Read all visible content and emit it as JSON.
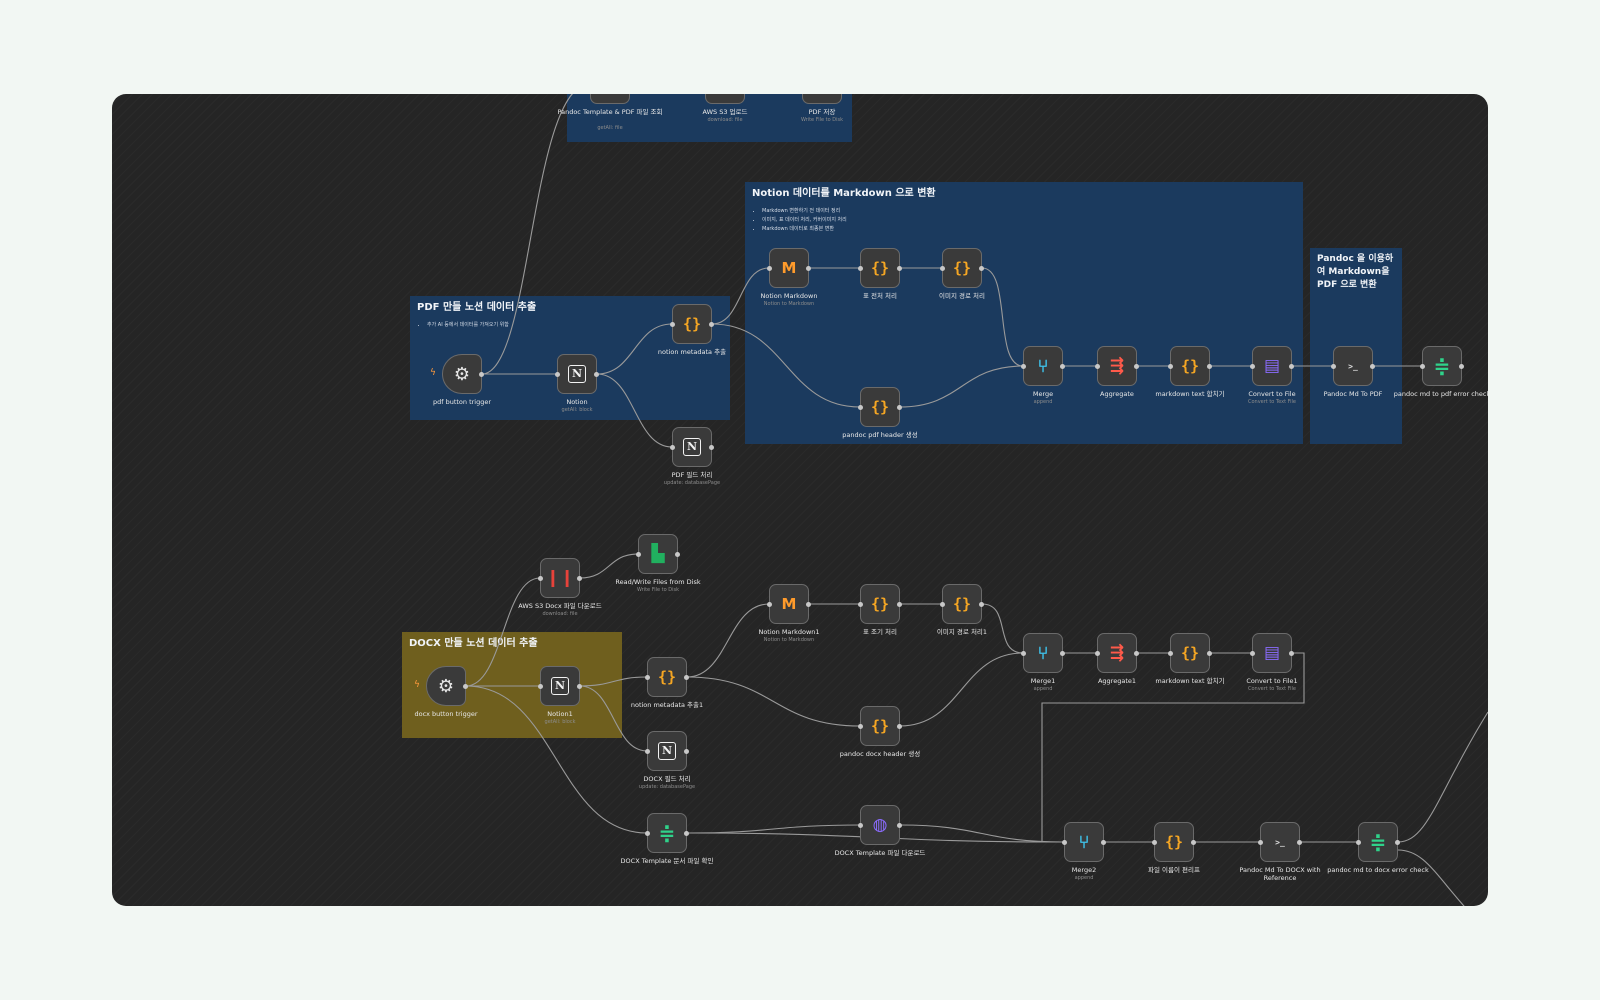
{
  "stickies": {
    "top_partial": "",
    "notion_md": {
      "title": "Notion 데이터를 Markdown 으로 변환",
      "bullets": [
        "Markdown 변환하기 전 데이터 정리 ",
        "이미지, 표 데이터 처리, 커버이미지 처리",
        "Markdown 데이터로 최종본 변환"
      ]
    },
    "pdf_extract": {
      "title": "PDF 만들 노션 데이터 추출",
      "bullets": [
        "추가 AI 등에서 데이터를 가져오기 위함"
      ]
    },
    "pandoc_pdf": {
      "title": "Pandoc 을 이용하여 Markdown을 PDF 으로 변환"
    },
    "docx_extract": {
      "title": "DOCX 만들 노션 데이터 추출"
    }
  },
  "nodes": {
    "top_pandoc_template": {
      "label": "Pandoc Template & PDF 파일 조회",
      "sub": "getAll: file"
    },
    "top_aws_upload": {
      "label": "AWS S3 업로드",
      "sub": "download: file"
    },
    "top_pdf_save": {
      "label": "PDF 저장",
      "sub": "Write File to Disk"
    },
    "pdf_trigger": {
      "label": "pdf button trigger",
      "sub": ""
    },
    "pdf_notion": {
      "label": "Notion",
      "sub": "getAll: block"
    },
    "pdf_notion_metadata": {
      "label": "notion metadata 추출",
      "sub": ""
    },
    "pdf_pdf_field": {
      "label": "PDF 필드 처리",
      "sub": "update: databasePage"
    },
    "md1_notion_markdown": {
      "label": "Notion Markdown",
      "sub": "Notion to Markdown"
    },
    "md1_table": {
      "label": "표 전처 처리",
      "sub": ""
    },
    "md1_image": {
      "label": "이미지 경로 처리",
      "sub": ""
    },
    "md1_pandoc_header": {
      "label": "pandoc pdf header 생성",
      "sub": ""
    },
    "md1_merge": {
      "label": "Merge",
      "sub": "append"
    },
    "md1_aggregate": {
      "label": "Aggregate",
      "sub": ""
    },
    "md1_markdown_text": {
      "label": "markdown text 합치기",
      "sub": ""
    },
    "md1_convert": {
      "label": "Convert to File",
      "sub": "Convert to Text File"
    },
    "pp_pandoc_md_pdf": {
      "label": "Pandoc Md To PDF",
      "sub": ""
    },
    "pp_pandoc_check": {
      "label": "pandoc md to pdf error check",
      "sub": ""
    },
    "docx_aws_download": {
      "label": "AWS S3 Docx 파일 다운로드",
      "sub": "download: file"
    },
    "docx_rw_files": {
      "label": "Read/Write Files from Disk",
      "sub": "Write File to Disk"
    },
    "docx_trigger": {
      "label": "docx button trigger",
      "sub": ""
    },
    "docx_notion": {
      "label": "Notion1",
      "sub": "getAll: block"
    },
    "docx_notion_metadata": {
      "label": "notion metadata 추출1",
      "sub": ""
    },
    "docx_field": {
      "label": "DOCX 필드 처리",
      "sub": "update: databasePage"
    },
    "docx_template_check": {
      "label": "DOCX Template 문서 파일 확인",
      "sub": ""
    },
    "md2_notion_markdown": {
      "label": "Notion Markdown1",
      "sub": "Notion to Markdown"
    },
    "md2_table": {
      "label": "표 조기 처리",
      "sub": ""
    },
    "md2_image": {
      "label": "이미지 경로 처리1",
      "sub": ""
    },
    "md2_pandoc_header": {
      "label": "pandoc docx header 생성",
      "sub": ""
    },
    "md2_merge": {
      "label": "Merge1",
      "sub": "append"
    },
    "md2_aggregate": {
      "label": "Aggregate1",
      "sub": ""
    },
    "md2_markdown_text": {
      "label": "markdown text 합치기",
      "sub": ""
    },
    "md2_convert": {
      "label": "Convert to File1",
      "sub": "Convert to Text File"
    },
    "docx_template_download": {
      "label": "DOCX Template 파일 다운로드",
      "sub": ""
    },
    "docx_merge": {
      "label": "Merge2",
      "sub": "append"
    },
    "docx_file_name": {
      "label": "파일 이름이 편리프",
      "sub": ""
    },
    "docx_pandoc_md_docx": {
      "label": "Pandoc Md To DOCX with Reference",
      "sub": ""
    },
    "docx_pandoc_check": {
      "label": "pandoc md to docx error check",
      "sub": ""
    }
  },
  "icons": {
    "code": "{}",
    "cli": ">_",
    "notion": "N",
    "merge": "⑂",
    "aggregate": "⇶",
    "file": "▤",
    "filter": "≑",
    "aws": "❙❙",
    "markdown": "M",
    "trigger": "⚙",
    "sheets": "▙",
    "globe": "◍",
    "bolt": "ϟ"
  },
  "colors": {
    "canvas": "#252525",
    "sticky_blue": "#1b3a5e",
    "sticky_gold": "#6f5f1e",
    "code_icon": "#f5a623",
    "merge_icon": "#3ec0e8",
    "aws_icon": "#e8423a",
    "filter_icon": "#2fd28a",
    "convert_icon": "#8b6cff"
  }
}
